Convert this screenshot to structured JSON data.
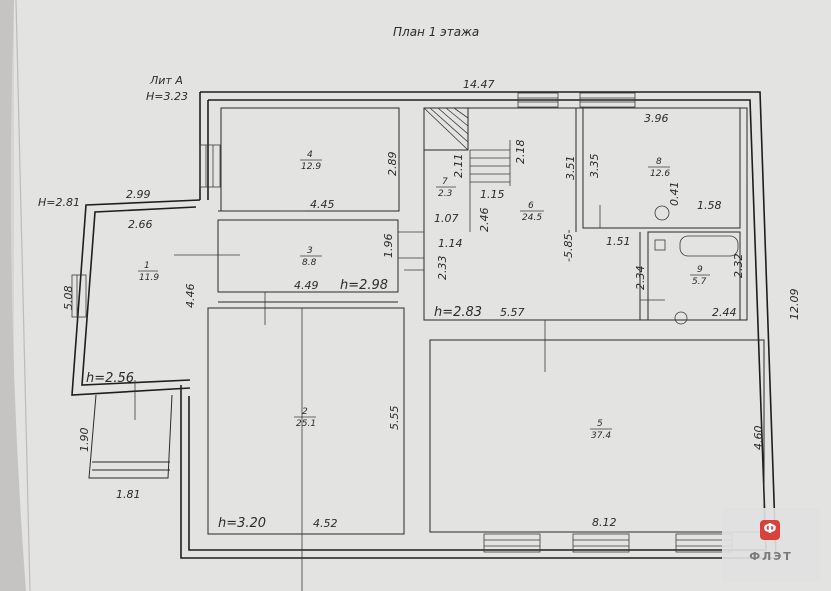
{
  "title": "План 1 этажа",
  "lit": "Лит А",
  "h_main": "H=3.23",
  "h_left": "H=2.81",
  "dimensions": {
    "total_width": "14.47",
    "total_height": "12.09",
    "d_2_99": "2.99",
    "d_2_66": "2.66",
    "d_5_08": "5.08",
    "d_4_46": "4.46",
    "d_1_90": "1.90",
    "d_1_81": "1.81",
    "d_2_89": "2.89",
    "d_4_45": "4.45",
    "d_1_96": "1.96",
    "d_4_49": "4.49",
    "d_5_55": "5.55",
    "d_4_52": "4.52",
    "d_2_11": "2.11",
    "d_2_18": "2.18",
    "d_1_15": "1.15",
    "d_1_07": "1.07",
    "d_2_46": "2.46",
    "d_1_14": "1.14",
    "d_2_33": "2.33",
    "d_5_85": "-5.85-",
    "d_5_57": "5.57",
    "d_3_51": "3.51",
    "d_3_35": "3.35",
    "d_3_96": "3.96",
    "d_0_41": "0.41",
    "d_1_58": "1.58",
    "d_1_51": "1.51",
    "d_2_34": "2.34",
    "d_2_32": "2.32",
    "d_2_44": "2.44",
    "d_4_60": "4.60",
    "d_8_12": "8.12"
  },
  "heights": {
    "h_2_98": "h=2.98",
    "h_2_56": "h=2.56",
    "h_3_20": "h=3.20",
    "h_2_83": "h=2.83"
  },
  "rooms": [
    {
      "num": "1",
      "area": "11.9"
    },
    {
      "num": "2",
      "area": "25.1"
    },
    {
      "num": "3",
      "area": "8.8"
    },
    {
      "num": "4",
      "area": "12.9"
    },
    {
      "num": "5",
      "area": "37.4"
    },
    {
      "num": "6",
      "area": "24.5"
    },
    {
      "num": "7",
      "area": "2.3"
    },
    {
      "num": "8",
      "area": "12.6"
    },
    {
      "num": "9",
      "area": "5.7"
    }
  ],
  "watermark": {
    "logo_text": "ФЛЭТ",
    "mark": "Ф",
    "mark_color": "#d9413d"
  }
}
